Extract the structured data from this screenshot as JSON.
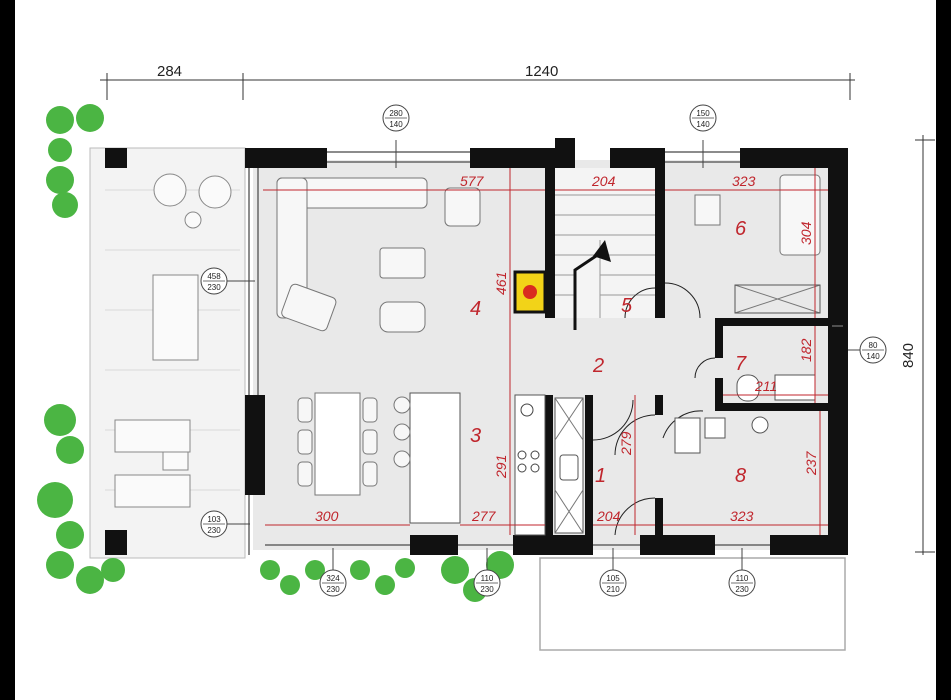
{
  "overall_dimensions": {
    "terrace_width": "284",
    "house_width": "1240",
    "house_depth": "840"
  },
  "rooms": [
    {
      "number": "1"
    },
    {
      "number": "2"
    },
    {
      "number": "3"
    },
    {
      "number": "4"
    },
    {
      "number": "5"
    },
    {
      "number": "6"
    },
    {
      "number": "7"
    },
    {
      "number": "8"
    }
  ],
  "interior_dimensions": {
    "living_width": "577",
    "stair_width": "204",
    "room6_width": "323",
    "room6_depth": "304",
    "living_depth": "461",
    "room7_depth": "182",
    "room7_width": "211",
    "hall_depth": "279",
    "room8_depth": "237",
    "kitchen_depth": "291",
    "dining_width": "300",
    "kitchen_width": "277",
    "entry_width": "204",
    "room8_width": "323"
  },
  "window_tags": [
    {
      "top": "280",
      "bottom": "140"
    },
    {
      "top": "150",
      "bottom": "140"
    },
    {
      "top": "458",
      "bottom": "230"
    },
    {
      "top": "80",
      "bottom": "140"
    },
    {
      "top": "103",
      "bottom": "230"
    },
    {
      "top": "324",
      "bottom": "230"
    },
    {
      "top": "110",
      "bottom": "230"
    },
    {
      "top": "105",
      "bottom": "210"
    },
    {
      "top": "110",
      "bottom": "230"
    }
  ],
  "colors": {
    "wall": "#111111",
    "floor": "#e9e9e9",
    "dimension_red": "#c0262d",
    "plant_green": "#4bb543",
    "fireplace": "#f2d318"
  }
}
